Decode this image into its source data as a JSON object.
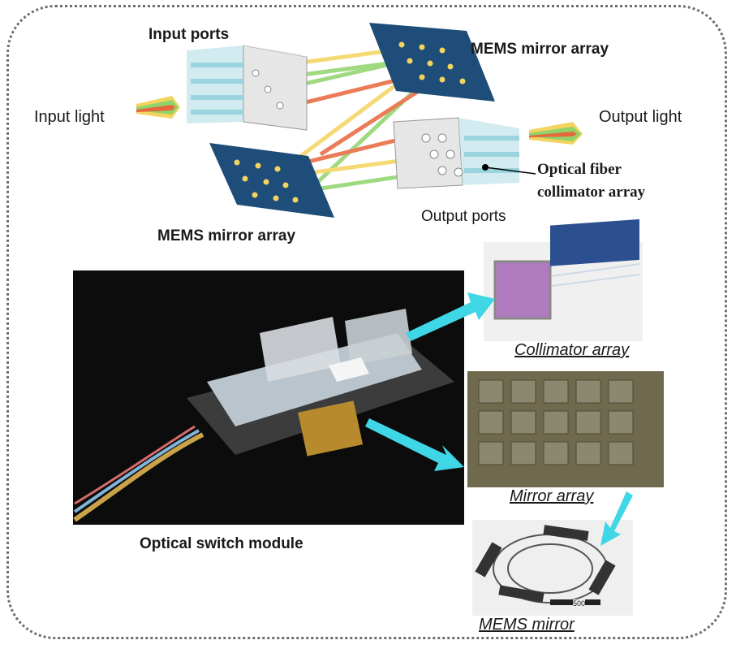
{
  "labels": {
    "input_ports": "Input ports",
    "mems_array_top": "MEMS mirror array",
    "input_light": "Input light",
    "output_light": "Output light",
    "fiber_line1": "Optical fiber",
    "fiber_line2": "collimator array",
    "output_ports": "Output ports",
    "mems_array_bottom": "MEMS mirror array",
    "module": "Optical switch module",
    "collimator": "Collimator array",
    "mirror_array": "Mirror array",
    "mems_mirror": "MEMS mirror",
    "scale_text": "500"
  },
  "colors": {
    "beam_yellow": "#f4d35e",
    "beam_green": "#8fd36a",
    "beam_orange": "#e8663c",
    "mirror_blue": "#1d4d78",
    "arrow_cyan": "#3fd6e6"
  }
}
